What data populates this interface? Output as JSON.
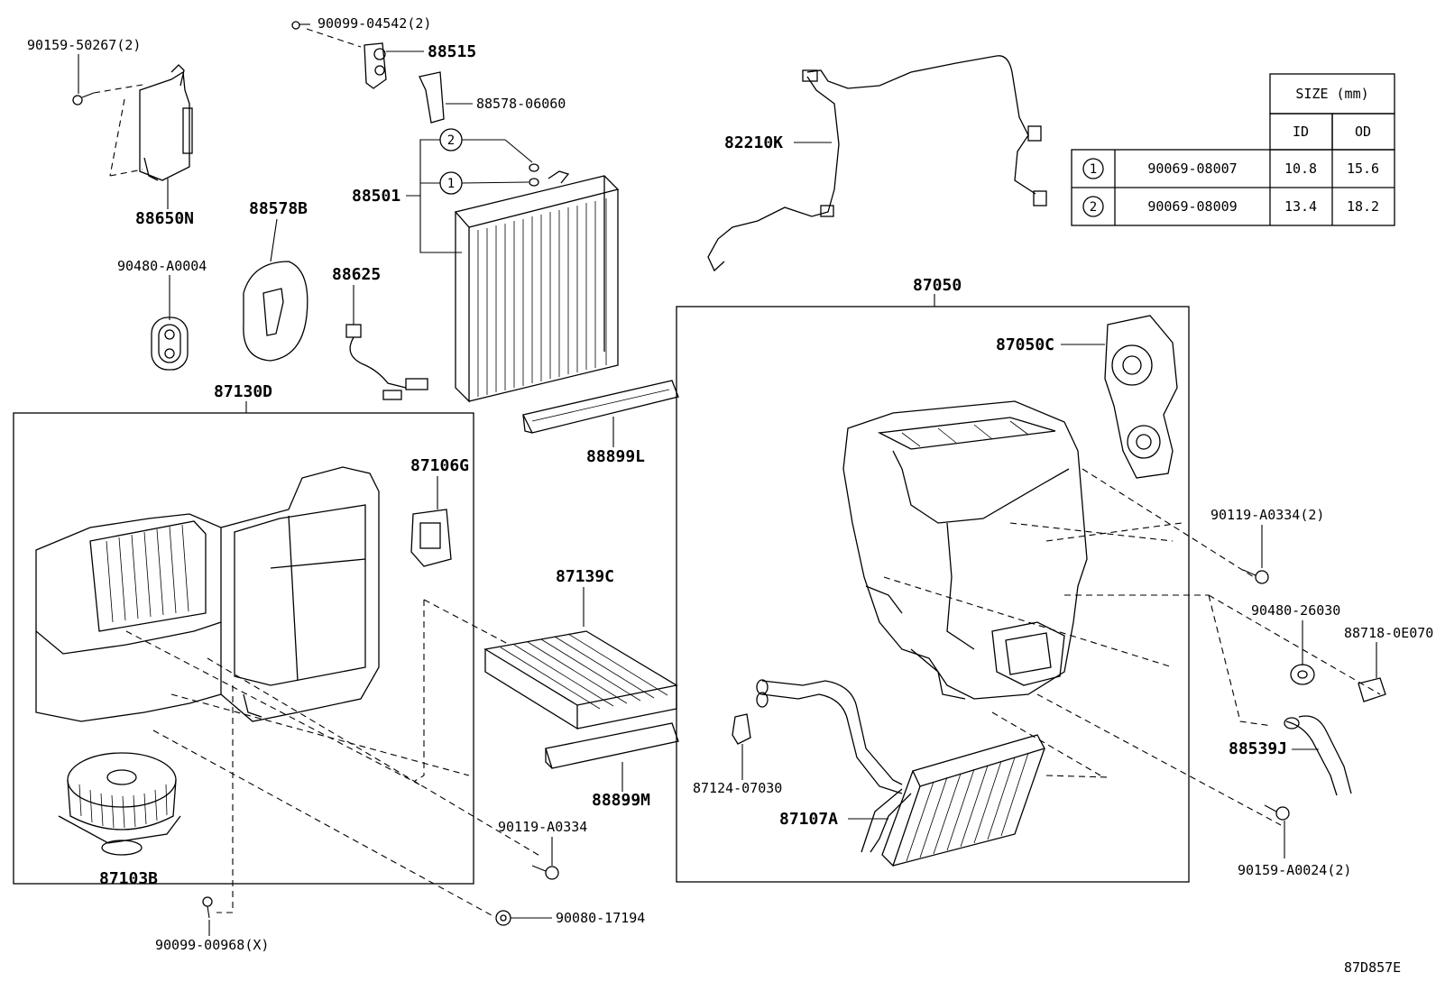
{
  "diagram": {
    "labels": {
      "p90159_50267": "90159-50267(2)",
      "p90099_04542": "90099-04542(2)",
      "p88515": "88515",
      "p88578_06060": "88578-06060",
      "p88650N": "88650N",
      "p88578B": "88578B",
      "p88501": "88501",
      "p88625": "88625",
      "p90480_A0004": "90480-A0004",
      "p82210K": "82210K",
      "p87130D": "87130D",
      "p87106G": "87106G",
      "p88899L": "88899L",
      "p87139C": "87139C",
      "p88899M": "88899M",
      "p87103B": "87103B",
      "p90119_A0334": "90119-A0334",
      "p90080_17194": "90080-17194",
      "p90099_00968": "90099-00968(X)",
      "p87050": "87050",
      "p87050C": "87050C",
      "p90119_A0334_2": "90119-A0334(2)",
      "p90480_26030": "90480-26030",
      "p88718_0E070": "88718-0E070",
      "p88539J": "88539J",
      "p87124_07030": "87124-07030",
      "p87107A": "87107A",
      "p90159_A0024": "90159-A0024(2)",
      "circle1": "1",
      "circle2": "2"
    },
    "size_table": {
      "title": "SIZE (mm)",
      "col_id": "ID",
      "col_od": "OD",
      "rows": [
        {
          "ref": "1",
          "part": "90069-08007",
          "id": "10.8",
          "od": "15.6"
        },
        {
          "ref": "2",
          "part": "90069-08009",
          "id": "13.4",
          "od": "18.2"
        }
      ]
    },
    "drawing_code": "87D857E"
  }
}
